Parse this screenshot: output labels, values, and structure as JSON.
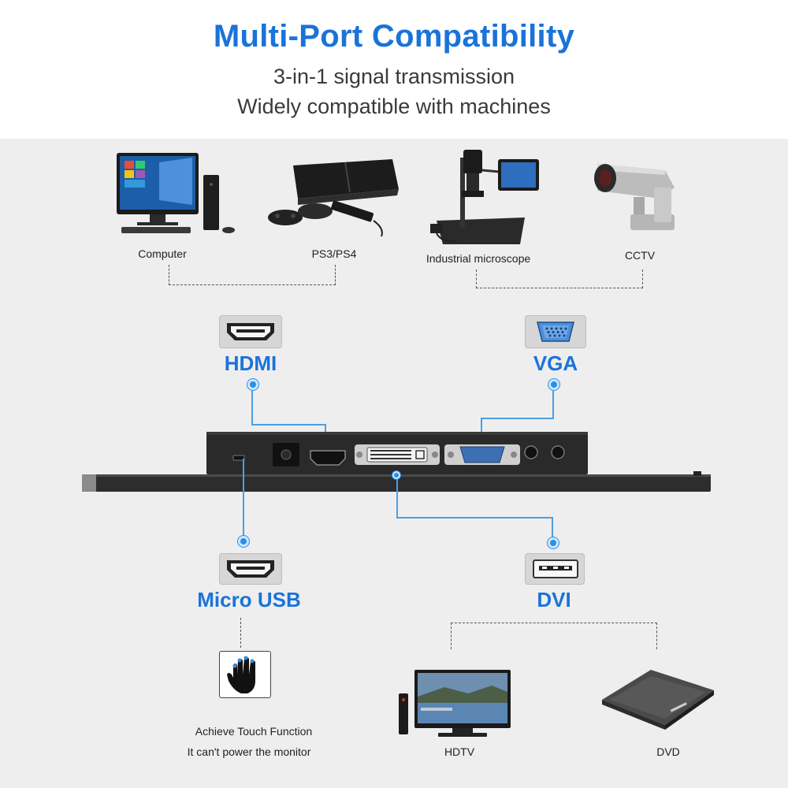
{
  "header": {
    "title": "Multi-Port Compatibility",
    "subtitle_line1": "3-in-1 signal transmission",
    "subtitle_line2": "Widely compatible with machines"
  },
  "devices_top": {
    "computer": "Computer",
    "ps": "PS3/PS4",
    "microscope": "Industrial microscope",
    "cctv": "CCTV"
  },
  "ports": {
    "hdmi": "HDMI",
    "vga": "VGA",
    "micro_usb": "Micro USB",
    "dvi": "DVI"
  },
  "devices_bottom": {
    "touch_line1": "Achieve Touch Function",
    "touch_line2": "It  can't power the monitor",
    "hdtv": "HDTV",
    "dvd": "DVD"
  },
  "colors": {
    "accent": "#1a73d9",
    "panel_bg": "#eeeeee",
    "connector_line": "#4a9fe6"
  }
}
